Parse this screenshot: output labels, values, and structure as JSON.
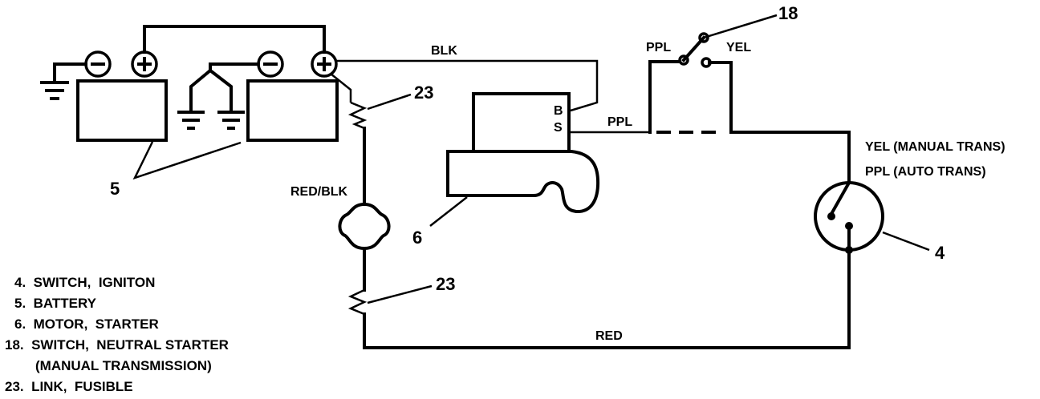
{
  "wires": {
    "blk": "BLK",
    "ppl_top": "PPL",
    "yel_top": "YEL",
    "ppl_s": "PPL",
    "red_blk": "RED/BLK",
    "red": "RED",
    "yel_manual": "YEL (MANUAL TRANS)",
    "ppl_auto": "PPL (AUTO TRANS)"
  },
  "callouts": {
    "n18": "18",
    "n23_top": "23",
    "n23_bottom": "23",
    "n5": "5",
    "n6": "6",
    "n4": "4"
  },
  "starter_terminals": {
    "b": "B",
    "s": "S"
  },
  "legend": [
    {
      "label": "4.  SWITCH,  IGNITON"
    },
    {
      "label": "5.  BATTERY"
    },
    {
      "label": "6.  MOTOR,  STARTER"
    },
    {
      "label": "18.  SWITCH,  NEUTRAL STARTER"
    },
    {
      "label": "(MANUAL TRANSMISSION)"
    },
    {
      "label": "23.  LINK,  FUSIBLE"
    }
  ]
}
